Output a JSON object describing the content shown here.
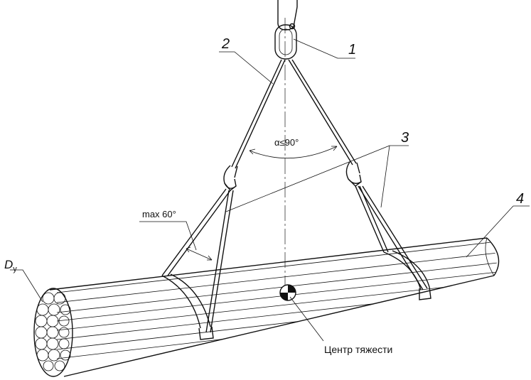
{
  "labels": {
    "part_1": "1",
    "part_2": "2",
    "part_3": "3",
    "part_4": "4",
    "angle_top": "α≤90°",
    "angle_side": "max 60°",
    "diameter_main": "D",
    "diameter_sub": "у",
    "center_of_gravity": "Центр тяжести"
  }
}
